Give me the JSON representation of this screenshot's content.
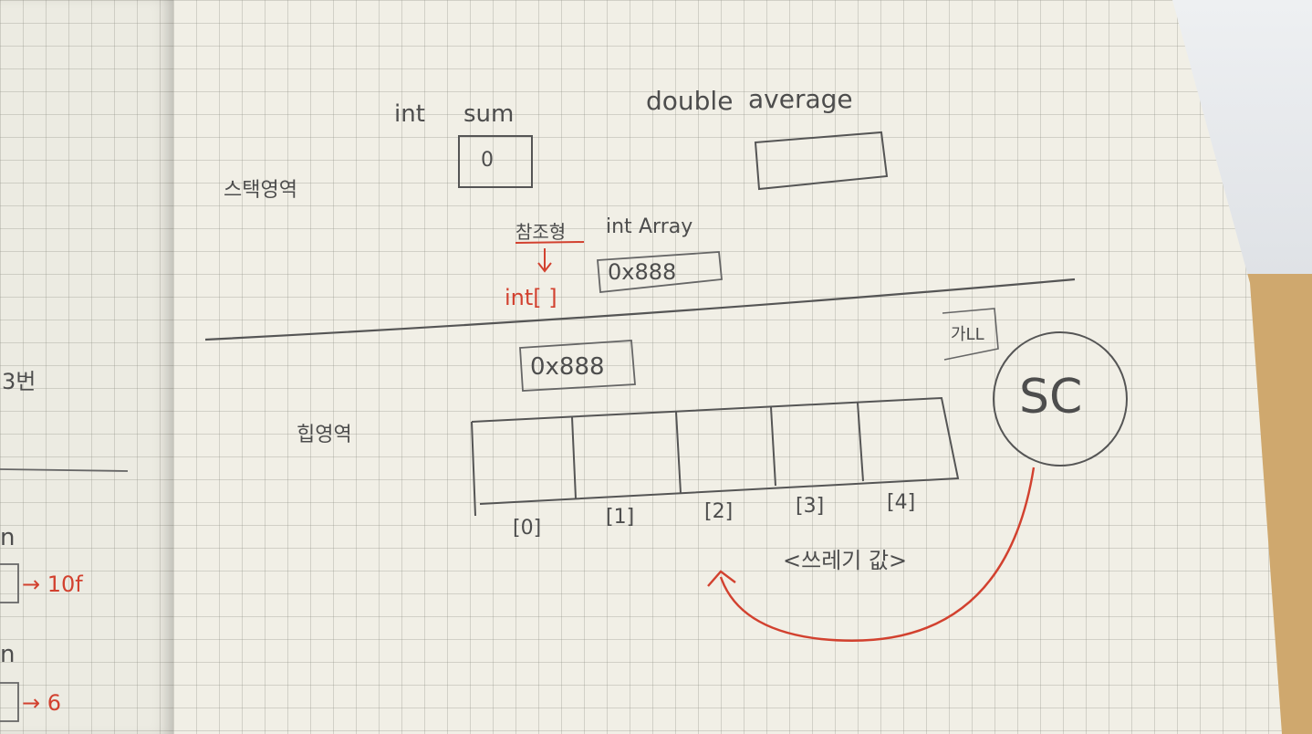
{
  "stack_area": {
    "label": "스택영역",
    "sum_var": {
      "type": "int",
      "name": "sum",
      "value": "0"
    },
    "average_var": {
      "type": "double",
      "name": "average",
      "value": ""
    },
    "ref_type_label": "참조형",
    "array_var": {
      "type": "int",
      "name": "Array",
      "value": "0x888"
    },
    "array_type": "int[ ]"
  },
  "heap_area": {
    "label": "힙영역",
    "address": "0x888",
    "indices": [
      "[0]",
      "[1]",
      "[2]",
      "[3]",
      "[4]"
    ],
    "caption": "<쓰레기 값>"
  },
  "gc_area": {
    "tag": "가LL",
    "circle_label": "SC"
  },
  "left_page": {
    "item_1": "3번",
    "note_a": "n",
    "arrow_a": "→ 10f",
    "note_b": "n",
    "arrow_b": "→ 6"
  }
}
